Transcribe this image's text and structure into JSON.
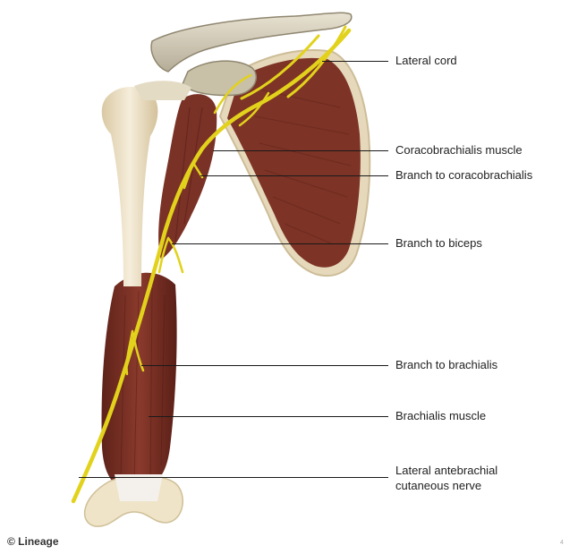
{
  "labels": {
    "lateral_cord": "Lateral cord",
    "coracobrachialis_muscle": "Coracobrachialis muscle",
    "branch_coracobrachialis": "Branch to coracobrachialis",
    "branch_biceps": "Branch to biceps",
    "branch_brachialis": "Branch to brachialis",
    "brachialis_muscle": "Brachialis muscle",
    "lateral_antebrachial_line1": "Lateral antebrachial",
    "lateral_antebrachial_line2": "cutaneous nerve"
  },
  "credit": "© Lineage",
  "page_number": "4",
  "colors": {
    "nerve": "#e2d21c",
    "muscle": "#7a3126",
    "bone": "#efe3c6",
    "scapula_rim": "#e9dcc0",
    "leader_line": "#1a1a1a"
  }
}
